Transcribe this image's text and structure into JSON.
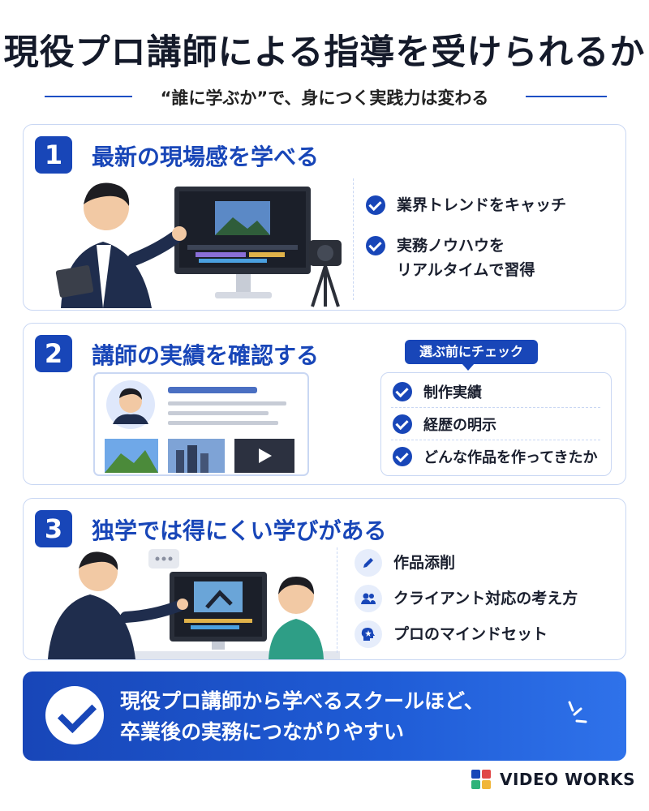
{
  "header": {
    "title": "現役プロ講師による指導を受けられるか",
    "subtitle": "“誰に学ぶか”で、身につく実践力は変わる"
  },
  "sections": [
    {
      "number": "1",
      "heading": "最新の現場感を学べる",
      "points": [
        "業界トレンドをキャッチ",
        "実務ノウハウを\nリアルタイムで習得"
      ]
    },
    {
      "number": "2",
      "heading": "講師の実績を確認する",
      "badge": "選ぶ前にチェック",
      "points": [
        "制作実績",
        "経歴の明示",
        "どんな作品を作ってきたか"
      ]
    },
    {
      "number": "3",
      "heading": "独学では得にくい学びがある",
      "points": [
        "作品添削",
        "クライアント対応の考え方",
        "プロのマインドセット"
      ]
    }
  ],
  "banner": {
    "line1": "現役プロ講師から学べるスクールほど、",
    "line2": "卒業後の実務につながりやすい"
  },
  "brand": {
    "name": "VIDEO WORKS"
  },
  "colors": {
    "accent": "#1846b8",
    "card_border": "#c9d7f3"
  }
}
